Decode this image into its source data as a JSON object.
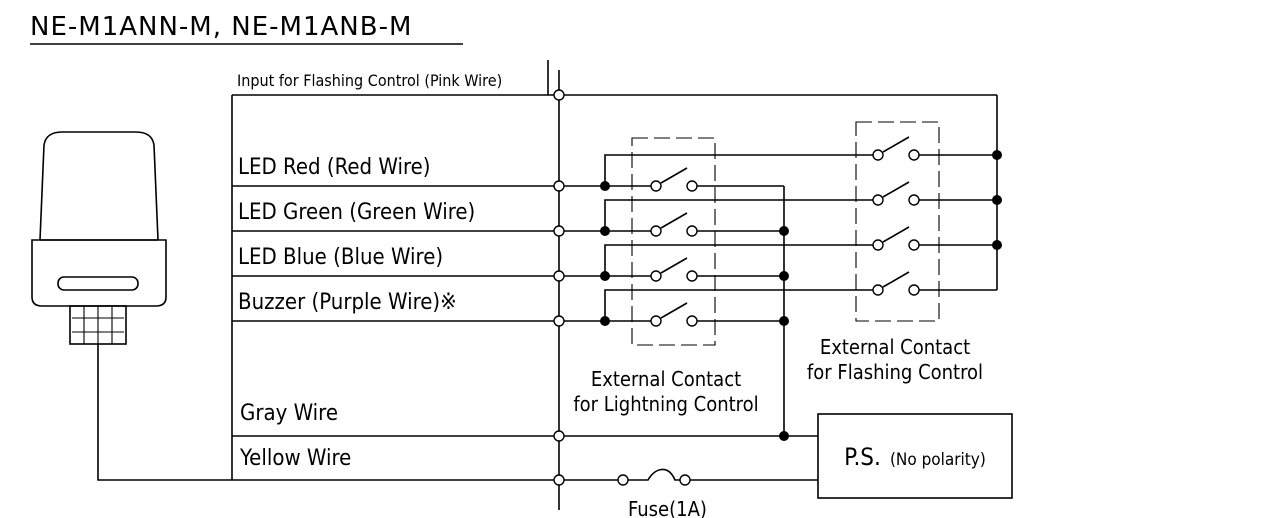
{
  "title": "NE-M1ANN-M, NE-M1ANB-M",
  "wires": {
    "pink": "Input for Flashing Control (Pink Wire)",
    "red": "LED Red (Red Wire)",
    "green": "LED Green (Green Wire)",
    "blue": "LED Blue (Blue Wire)",
    "buzzer": "Buzzer (Purple Wire)※",
    "gray": "Gray Wire",
    "yellow": "Yellow Wire"
  },
  "lighting_contact": {
    "line1": "External Contact",
    "line2": "for Lightning Control"
  },
  "flashing_contact": {
    "line1": "External Contact",
    "line2": "for Flashing Control"
  },
  "power_supply": {
    "main": "P.S.",
    "note": "(No polarity)"
  },
  "fuse": "Fuse(1A)"
}
